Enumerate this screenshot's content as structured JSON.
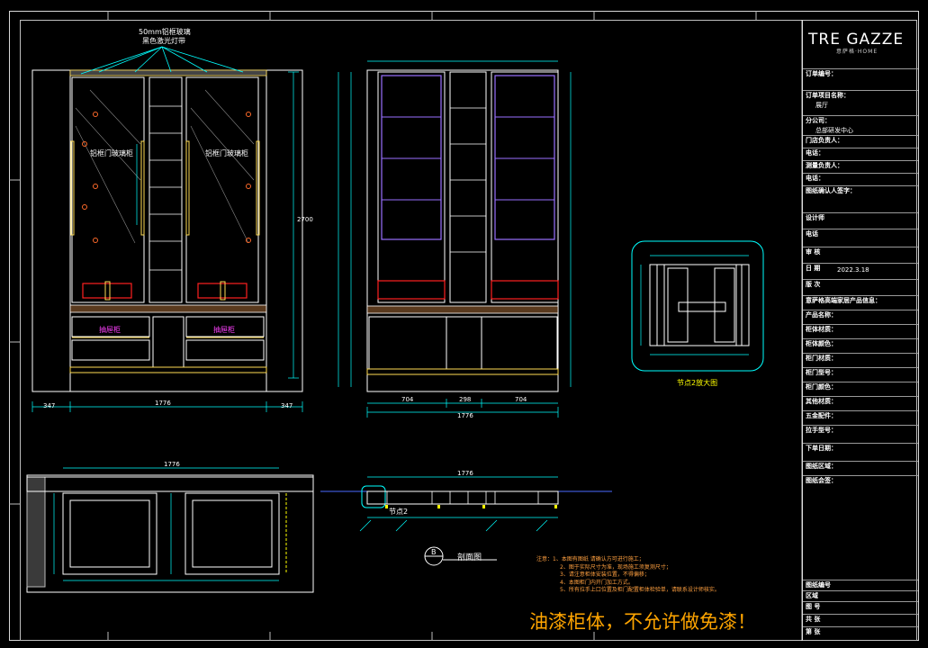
{
  "brand": {
    "name": "TRE GAZZE",
    "sub": "意萨格·HOME"
  },
  "labels": {
    "top_note_1": "50mm铝框玻璃",
    "top_note_2": "黑色激光灯带",
    "door_left": "铝框门玻璃柜",
    "door_right": "铝框门玻璃柜",
    "drawer_left": "抽屉柜",
    "drawer_right": "抽屉柜",
    "node2_label": "节点2",
    "node_detail_caption": "节点2放大图",
    "section_mark": "B",
    "section_caption": "剖面图"
  },
  "dimensions": {
    "front_width": "1776",
    "front_side_left": "347",
    "front_side_right": "347",
    "front_height": "2700",
    "mid_width": "1776",
    "mid_seg_left": "704",
    "mid_seg_mid": "298",
    "mid_seg_right": "704",
    "plan_width": "1776",
    "section_width": "1776"
  },
  "notes": [
    "注意：1、本图有图纸 请确认方可进行施工；",
    "2、图于实际尺寸为准，现场施工须复测尺寸；",
    "3、请注意柜体安装位置，不得偏移；",
    "4、本图柜门内开门加工方式。",
    "5、所有拉手上口位置及柜门配置柜体检验单，请联系设计师核实。"
  ],
  "warning": "油漆柜体，不允许做免漆！",
  "title_block": {
    "order_no_label": "订单编号：",
    "project_label": "订单项目名称：",
    "project_value": "展厅",
    "company_label": "分公司：",
    "company_value": "总部研发中心",
    "store_label": "门店负责人：",
    "phone_label": "电话：",
    "measure_label": "测量负责人：",
    "phone2_label": "电话：",
    "designer_sign_label": "图纸确认人签字：",
    "designer_label": "设计师",
    "phone3_label": "电话",
    "review_label": "审 核",
    "date_label": "日 期",
    "date_value": "2022.3.18",
    "version_label": "版 次",
    "product_info_label": "意萨格高端家居产品信息：",
    "product_name_label": "产品名称：",
    "cabinet_material_label": "柜体材质：",
    "cabinet_color_label": "柜体颜色：",
    "door_material_label": "柜门材质：",
    "door_model_label": "柜门型号：",
    "door_color_label": "柜门颜色：",
    "edge_material_label": "其他材质：",
    "hardware_label": "五金配件：",
    "handle_label": "拉手型号：",
    "order_date_label": "下单日期：",
    "drawing_area_label": "图纸区域：",
    "remarks_label": "图纸会签：",
    "drawing_no_label": "图纸编号",
    "area_label": "区域",
    "name_label": "图 号",
    "sheet_label": "共 张",
    "page_label": "第 张"
  },
  "colors": {
    "cyan": "#00ffff",
    "yellow": "#ffff00",
    "orange": "#ffa500",
    "magenta": "#ff00ff",
    "red": "#ff2020",
    "purple": "#9a70ff"
  }
}
